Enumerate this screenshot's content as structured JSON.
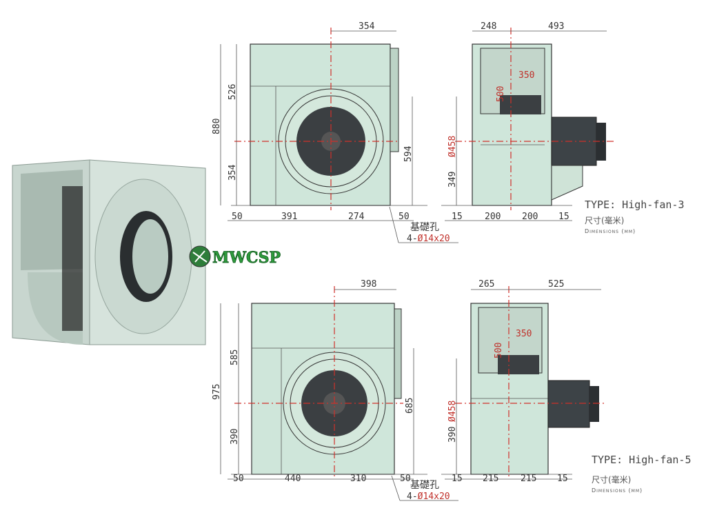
{
  "logo": {
    "text": "MWCSP"
  },
  "top": {
    "type_label": "TYPE: High-fan-3",
    "units_cn": "尺寸(毫米)",
    "units_en": "Dimensions (mm)",
    "front": {
      "top": "354",
      "total_height": "880",
      "upper": "526",
      "lower": "354",
      "right": "594",
      "b1": "50",
      "b2": "391",
      "b3": "274",
      "b4": "50"
    },
    "anchor": {
      "label": "基礎孔",
      "spec_prefix": "4-",
      "spec": "Ø14x20"
    },
    "side": {
      "t1": "248",
      "t2": "493",
      "dia": "Ø458",
      "h": "349",
      "inner_h": "500",
      "inner_w": "350",
      "b1": "15",
      "b2": "200",
      "b3": "200",
      "b4": "15"
    }
  },
  "bottom": {
    "type_label": "TYPE: High-fan-5",
    "units_cn": "尺寸(毫米)",
    "units_en": "Dimensions (mm)",
    "front": {
      "top": "398",
      "total_height": "975",
      "upper": "585",
      "lower": "390",
      "right": "685",
      "b1": "50",
      "b2": "440",
      "b3": "310",
      "b4": "50"
    },
    "anchor": {
      "label": "基礎孔",
      "spec_prefix": "4-",
      "spec": "Ø14x20"
    },
    "side": {
      "t1": "265",
      "t2": "525",
      "dia": "Ø458",
      "h": "390",
      "inner_h": "500",
      "inner_w": "350",
      "b1": "15",
      "b2": "215",
      "b3": "215",
      "b4": "15"
    }
  }
}
